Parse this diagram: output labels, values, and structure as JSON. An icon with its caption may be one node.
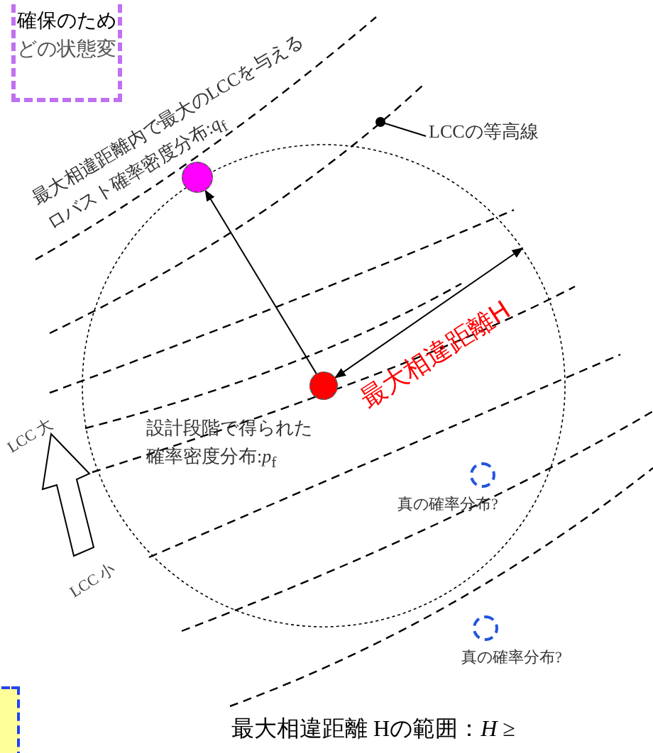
{
  "diagram": {
    "nodes": [
      {
        "text": [
          "確保のため",
          "どの状態変"
        ]
      },
      {
        "text": [],
        "shape": "circle",
        "beside": [
          "最大相違距離内で最大のLCCを与える",
          "ロバスト確率密度分布:*q*$_{f}$"
        ]
      },
      {
        "text": [
          "LCCの等高線"
        ]
      },
      {
        "text": [],
        "shape": "circle",
        "beside": [
          "設計段階で得られた確率密度分布:*p*$_{f}$"
        ]
      },
      {
        "text": [],
        "shape": "circle",
        "beside": [
          "真の確率分布?"
        ]
      },
      {
        "text": [],
        "shape": "circle",
        "beside": [
          "真の確率分布?"
        ]
      },
      {
        "text": [],
        "shape": "box"
      }
    ],
    "edges": [
      {
        "from": 2,
        "to": null,
        "arrow": "other"
      },
      {
        "from": 3,
        "to": 1,
        "arrow": "to"
      }
    ],
    "labels": [
      "最大相違距離H",
      "LCC 大",
      "LCC 小",
      "最大相違距離 Hの範囲：*H* ≥"
    ]
  }
}
